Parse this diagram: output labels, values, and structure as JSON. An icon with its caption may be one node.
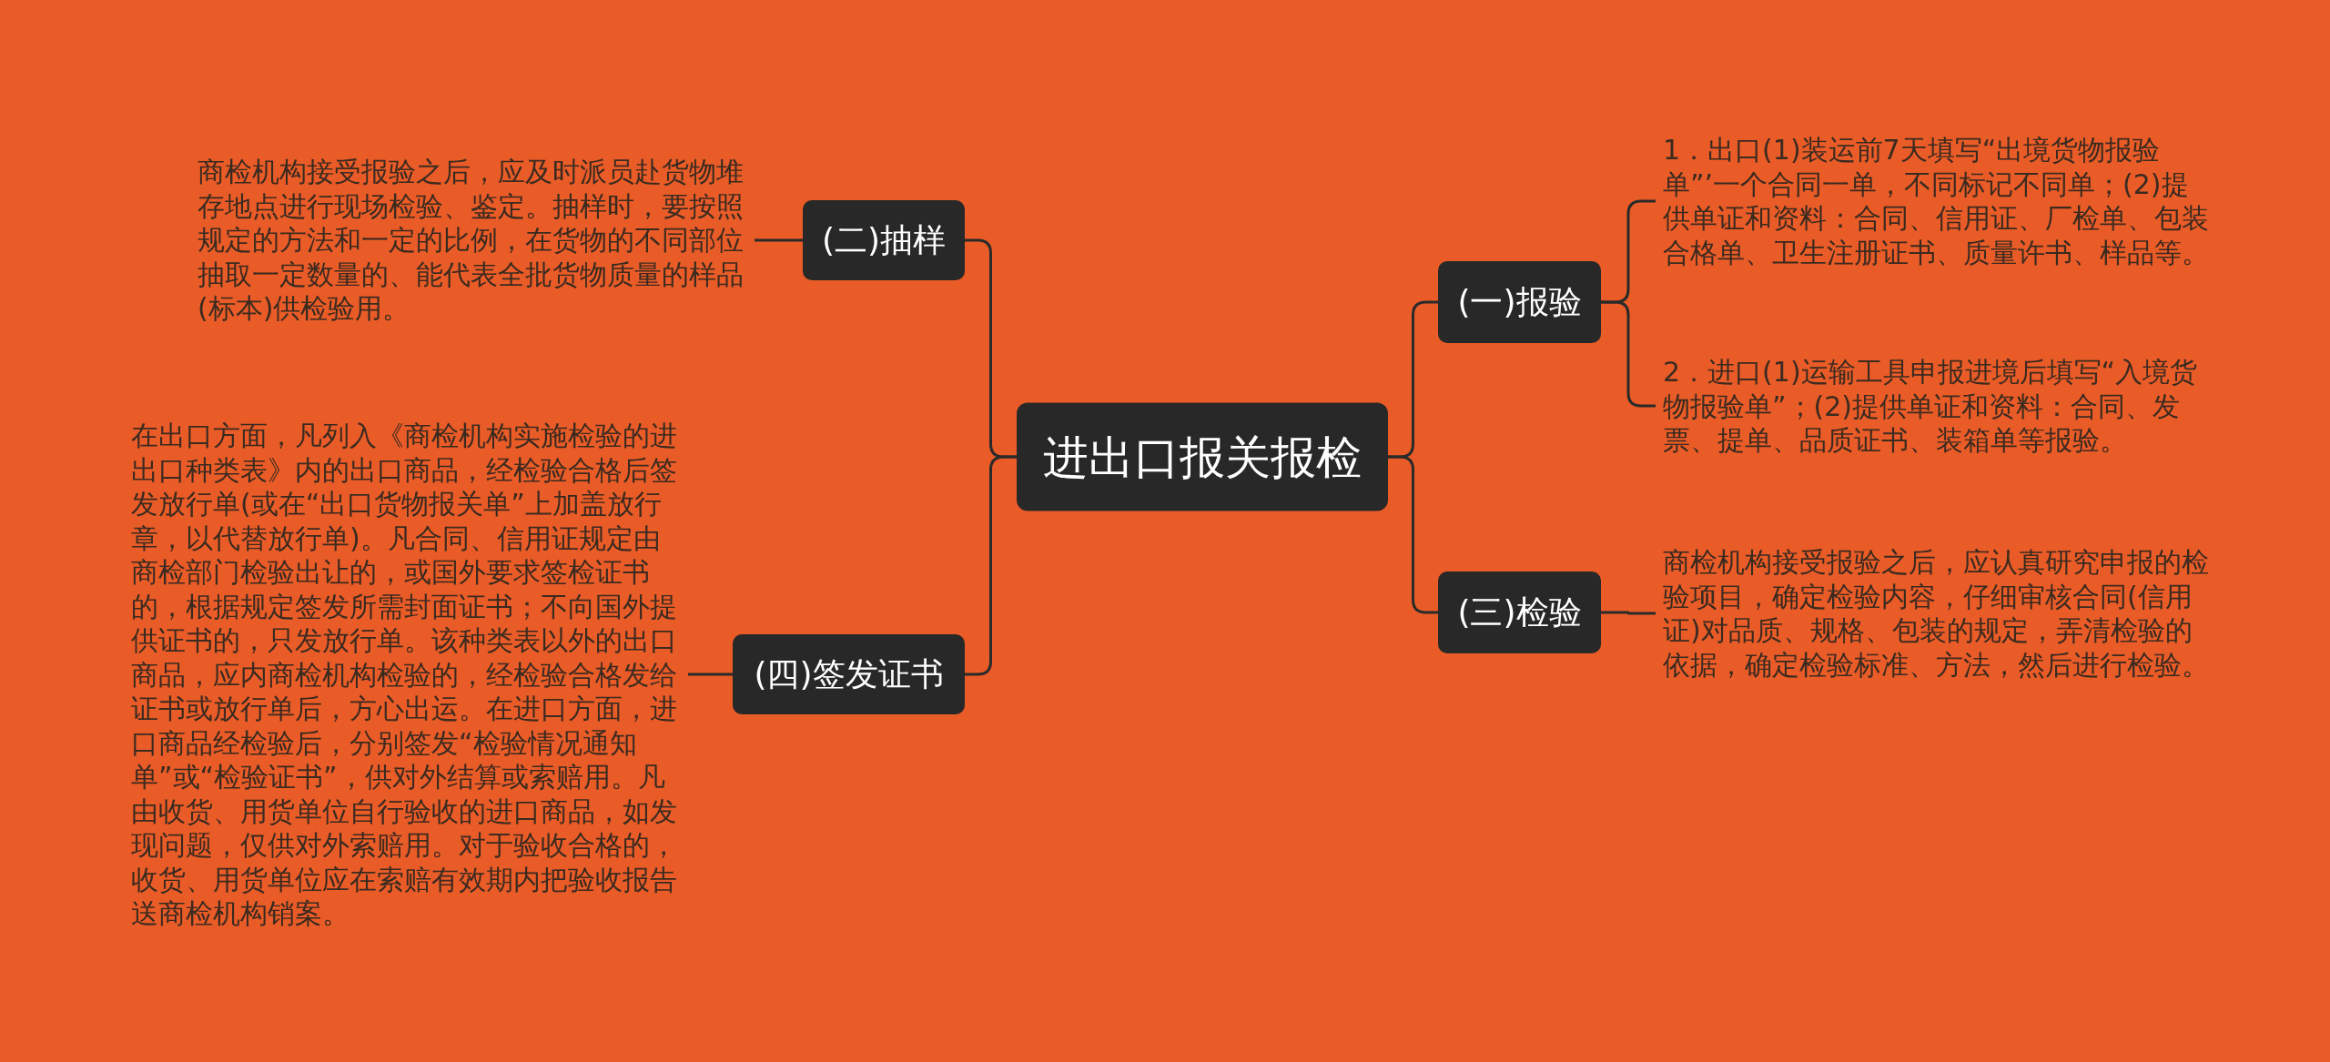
{
  "diagram": {
    "nodes": [
      {
        "text": [
          "进出口报关报检"
        ]
      },
      {
        "text": [
          "(二)抽样"
        ]
      },
      {
        "text": [
          "商检机构接受报验之后，应及时派员赴货物堆存地点进行现场检验、鉴定。抽样时，要按照规定的方法和一定的比例，在货物的不同部位抽取一定数量的、能代表全批货物质量的样品(标本)供检验用。"
        ]
      },
      {
        "text": [
          "(四)签发证书"
        ]
      },
      {
        "text": [
          "在出口方面，凡列入《商检机构实施检验的进出口种类表》内的出口商品，经检验合格后签发放行单(或在“出口货物报关单”上加盖放行章，以代替放行单)。凡合同、信用证规定由商检部门检验出让的，或国外要求签检证书的，根据规定签发所需封面证书；不向国外提供证书的，只发放行单。该种类表以外的出口商品，应内商检机构检验的，经检验合格发给证书或放行单后，方心出运。在进口方面，进口商品经检验后，分别签发“检验情况通知单”或“检验证书”，供对外结算或索赔用。凡由收货、用货单位自行验收的进口商品，如发现问题，仅供对外索赔用。对于验收合格的，收货、用货单位应在索赔有效期内把验收报告送商检机构销案。"
        ]
      },
      {
        "text": [
          "(一)报验"
        ]
      },
      {
        "text": [
          "1．出口(1)装运前7天填写“出境货物报验单”’一个合同一单，不同标记不同单；(2)提供单证和资料：合同、信用证、厂检单、包装合格单、卫生注册证书、质量许书、样品等。"
        ]
      },
      {
        "text": [
          "2．进口(1)运输工具申报进境后填写“入境货物报验单”；(2)提供单证和资料：合同、发票、提单、品质证书、装箱单等报验。"
        ]
      },
      {
        "text": [
          "(三)检验"
        ]
      },
      {
        "text": [
          "商检机构接受报验之后，应认真研究申报的检验项目，确定检验内容，仔细审核合同(信用证)对品质、规格、包装的规定，弄清检验的依据，确定检验标准、方法，然后进行检验。"
        ]
      }
    ],
    "edges": [
      {
        "from": 0,
        "to": 1,
        "arrow": "none"
      },
      {
        "from": 1,
        "to": 2,
        "arrow": "none"
      },
      {
        "from": 0,
        "to": 3,
        "arrow": "none"
      },
      {
        "from": 3,
        "to": 4,
        "arrow": "none"
      },
      {
        "from": 0,
        "to": 5,
        "arrow": "none"
      },
      {
        "from": 5,
        "to": 6,
        "arrow": "none"
      },
      {
        "from": 5,
        "to": 7,
        "arrow": "none"
      },
      {
        "from": 0,
        "to": 8,
        "arrow": "none"
      },
      {
        "from": 8,
        "to": 9,
        "arrow": "none"
      }
    ]
  }
}
